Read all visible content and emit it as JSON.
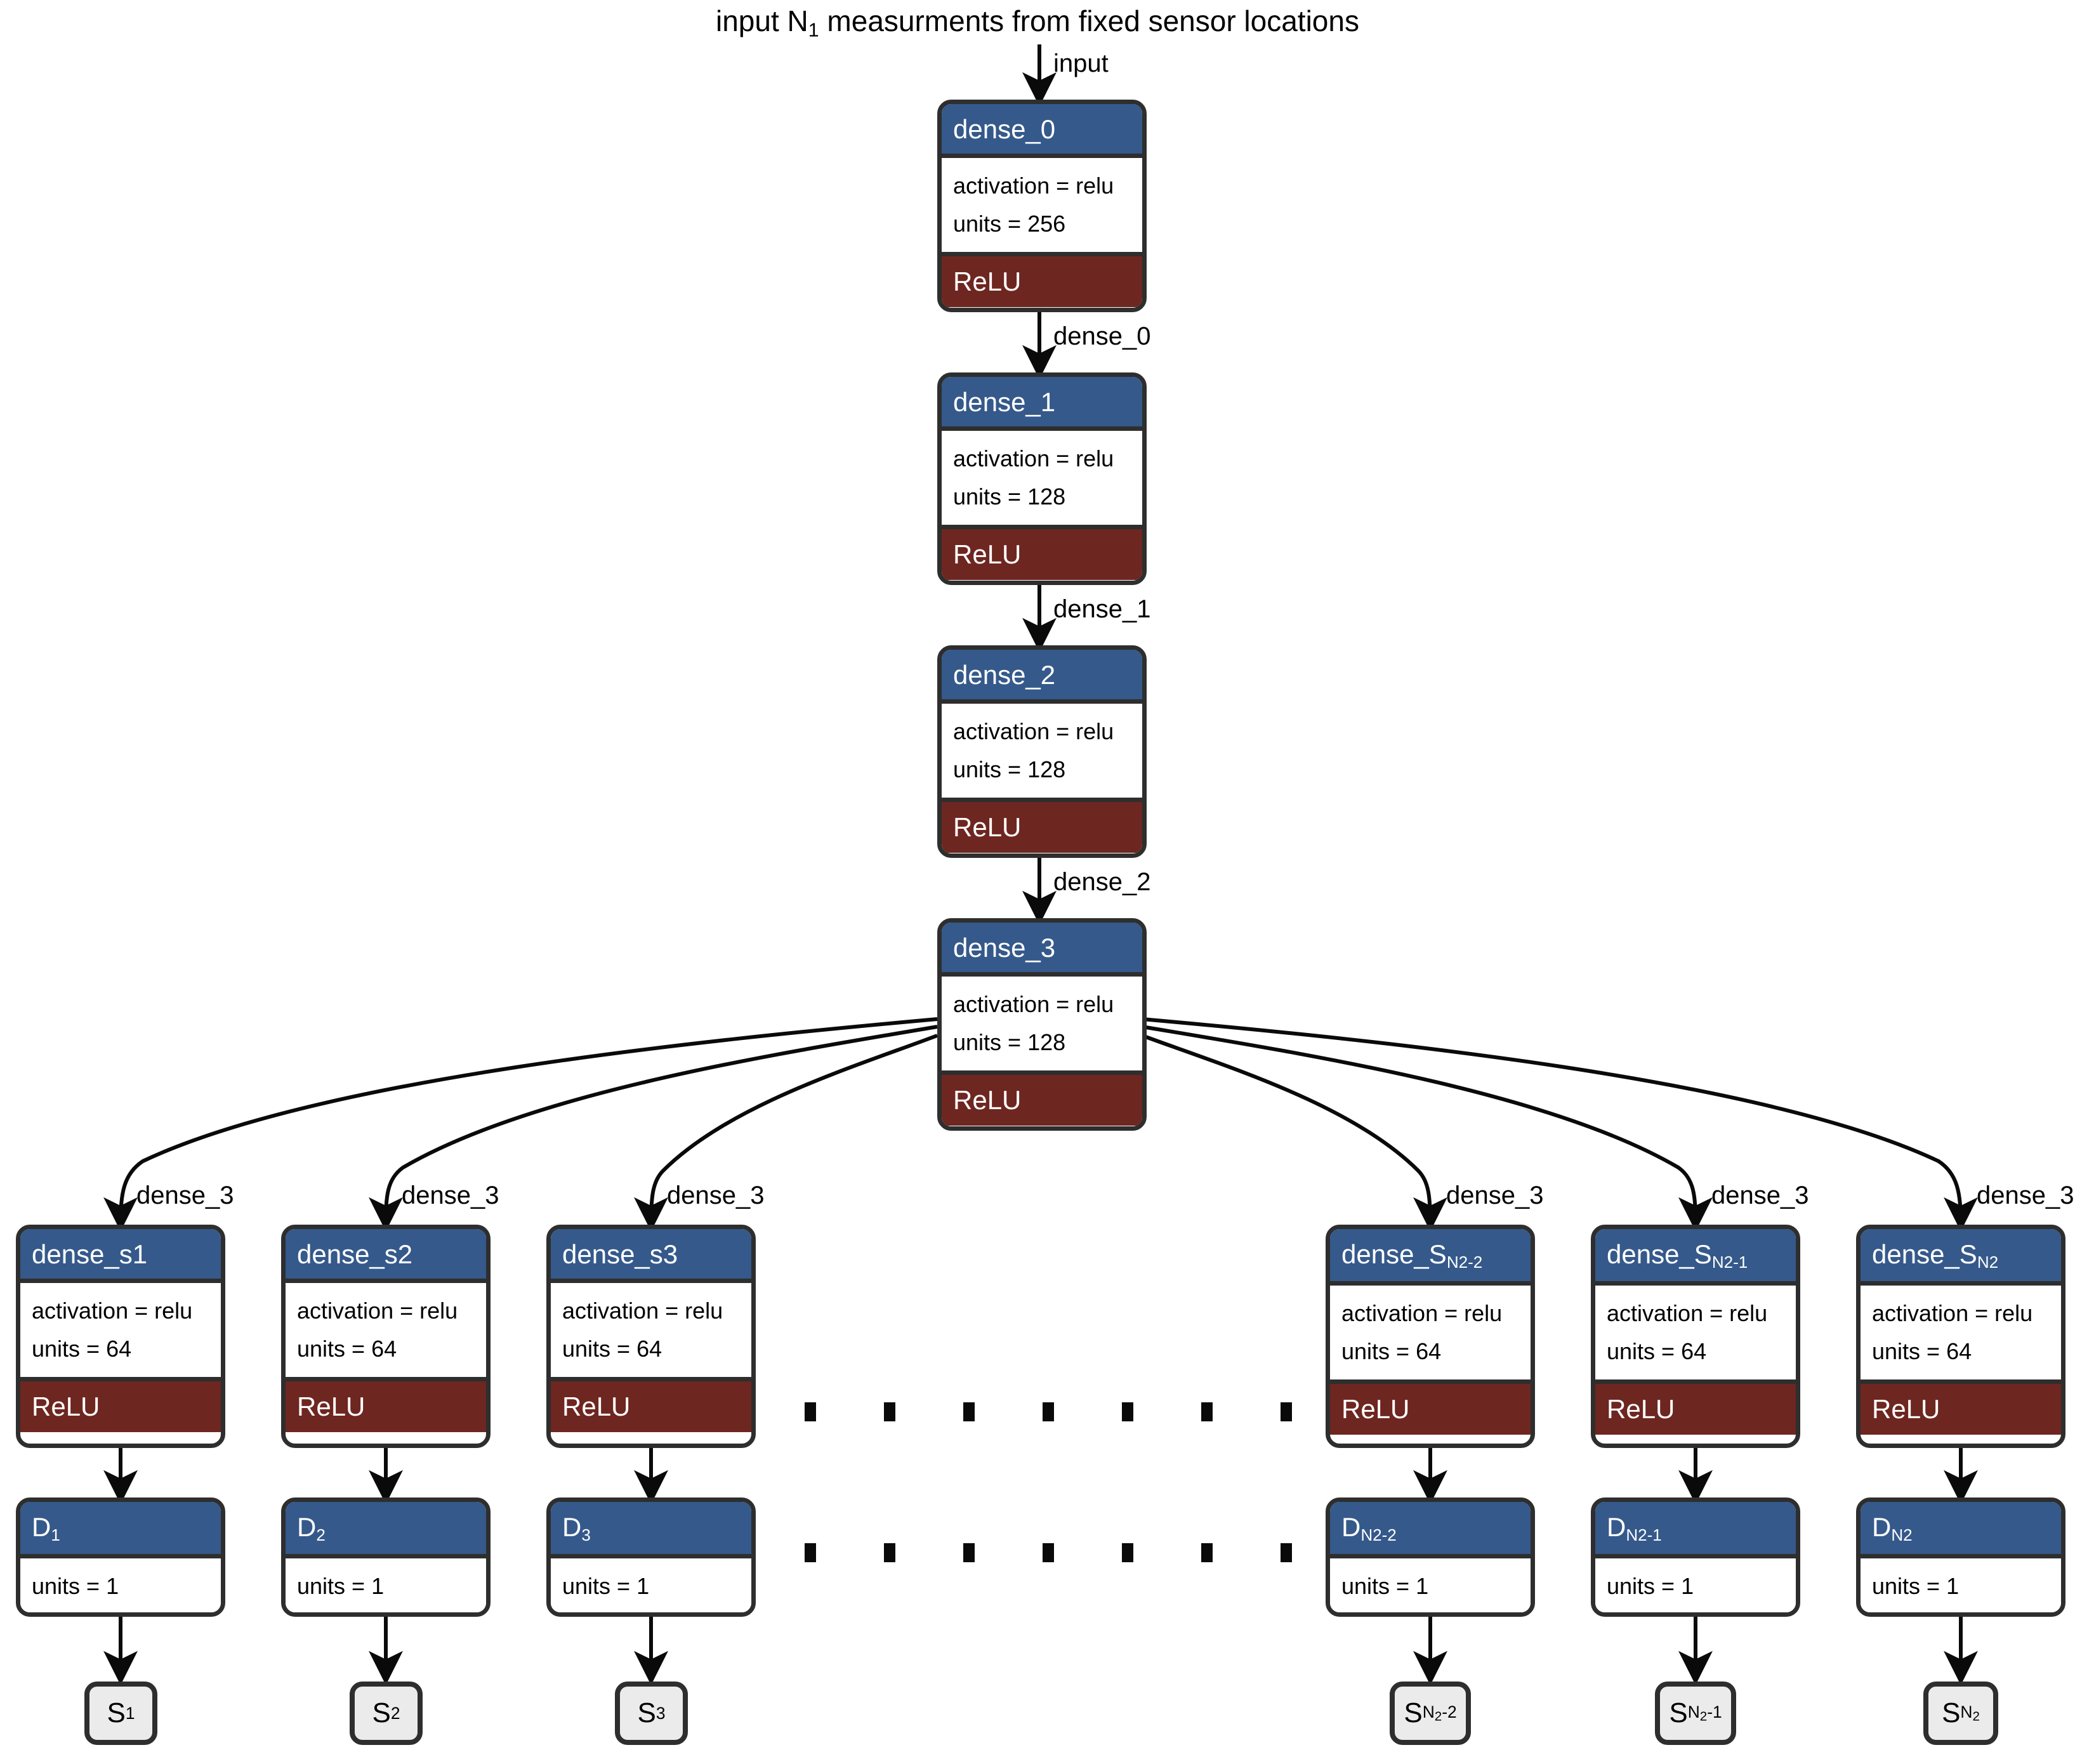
{
  "diagram": {
    "title_prefix": "input N",
    "title_sub": "1",
    "title_suffix": " measurments from fixed sensor locations",
    "colors": {
      "header_blue": "#35598a",
      "footer_red": "#6e2620",
      "terminal_gray": "#ebebeb",
      "outline": "#2e2e2e",
      "background": "#ffffff"
    }
  },
  "trunk": [
    {
      "name": "dense_0",
      "activation_line": "activation = relu",
      "units_line": "units = 256",
      "footer": "ReLU",
      "incoming_label": "input"
    },
    {
      "name": "dense_1",
      "activation_line": "activation = relu",
      "units_line": "units = 128",
      "footer": "ReLU",
      "incoming_label": "dense_0"
    },
    {
      "name": "dense_2",
      "activation_line": "activation = relu",
      "units_line": "units = 128",
      "footer": "ReLU",
      "incoming_label": "dense_1"
    },
    {
      "name": "dense_3",
      "activation_line": "activation = relu",
      "units_line": "units = 128",
      "footer": "ReLU",
      "incoming_label": "dense_2"
    }
  ],
  "branches": [
    {
      "edge_label": "dense_3",
      "dense_name": "dense_s1",
      "dense_name_sub": "",
      "activation_line": "activation = relu",
      "units_line": "units = 64",
      "footer": "ReLU",
      "out_name": "D",
      "out_name_sub": "1",
      "out_units_line": "units = 1",
      "terminal": "S",
      "terminal_sub": "1",
      "terminal_sub_sub": ""
    },
    {
      "edge_label": "dense_3",
      "dense_name": "dense_s2",
      "dense_name_sub": "",
      "activation_line": "activation = relu",
      "units_line": "units = 64",
      "footer": "ReLU",
      "out_name": "D",
      "out_name_sub": "2",
      "out_units_line": "units = 1",
      "terminal": "S",
      "terminal_sub": "2",
      "terminal_sub_sub": ""
    },
    {
      "edge_label": "dense_3",
      "dense_name": "dense_s3",
      "dense_name_sub": "",
      "activation_line": "activation = relu",
      "units_line": "units = 64",
      "footer": "ReLU",
      "out_name": "D",
      "out_name_sub": "3",
      "out_units_line": "units = 1",
      "terminal": "S",
      "terminal_sub": "3",
      "terminal_sub_sub": ""
    },
    {
      "edge_label": "dense_3",
      "dense_name": "dense_S",
      "dense_name_sub": "N2-2",
      "activation_line": "activation = relu",
      "units_line": "units = 64",
      "footer": "ReLU",
      "out_name": "D",
      "out_name_sub": "N2-2",
      "out_units_line": "units = 1",
      "terminal": "S",
      "terminal_sub": "N",
      "terminal_sub_sub": "2",
      "terminal_sub_tail": "-2"
    },
    {
      "edge_label": "dense_3",
      "dense_name": "dense_S",
      "dense_name_sub": "N2-1",
      "activation_line": "activation = relu",
      "units_line": "units = 64",
      "footer": "ReLU",
      "out_name": "D",
      "out_name_sub": "N2-1",
      "out_units_line": "units = 1",
      "terminal": "S",
      "terminal_sub": "N",
      "terminal_sub_sub": "2",
      "terminal_sub_tail": "-1"
    },
    {
      "edge_label": "dense_3",
      "dense_name": "dense_S",
      "dense_name_sub": "N2",
      "activation_line": "activation = relu",
      "units_line": "units = 64",
      "footer": "ReLU",
      "out_name": "D",
      "out_name_sub": "N2",
      "out_units_line": "units = 1",
      "terminal": "S",
      "terminal_sub": "N",
      "terminal_sub_sub": "2",
      "terminal_sub_tail": ""
    }
  ],
  "ellipsis": {
    "row_count": 7,
    "note": "square dots separating branch 3 and branch 4"
  }
}
